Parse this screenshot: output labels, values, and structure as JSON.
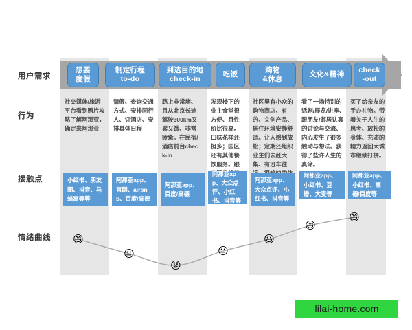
{
  "row_labels": [
    {
      "key": "needs",
      "label": "用户需求"
    },
    {
      "key": "behaviour",
      "label": "行为"
    },
    {
      "key": "touchpoints",
      "label": "接触点"
    },
    {
      "key": "emotion",
      "label": "情绪曲线"
    }
  ],
  "stages": [
    {
      "id": "stage-1",
      "title": "想要\n度假",
      "behaviour": "社交媒体/旅游平台看到照片攻略了解阿那亚，确定来阿那亚",
      "touchpoint": "小红书、朋友圈、抖音、马蜂窝等等"
    },
    {
      "id": "stage-2",
      "title": "制定行程\nto-do",
      "behaviour": "请假、查询交通方式、安排同行人、订酒店、安排具体日程",
      "touchpoint": "阿那亚app、官网、airbnb、百度/高德"
    },
    {
      "id": "stage-3",
      "title": "到达目的地\ncheck-in",
      "behaviour": "路上非常堵、且从北京长途驾驶300km又累又饿、非常疲惫。在民宿/酒店前台check-in",
      "touchpoint": "阿那亚app、百度/高德"
    },
    {
      "id": "stage-4",
      "title": "吃饭",
      "behaviour": "发现楼下的业主食堂很方便、且性价比很高。口味花样还挺多；园区还有其他餐饮服务。跟市区价格差不多",
      "touchpoint": "阿那亚app、大众点评、小红书、抖音等"
    },
    {
      "id": "stage-5",
      "title": "购物\n&休息",
      "behaviour": "社区里有小众的购物商店、有的、文创产品、居住环境安静舒适。让人感到放松；定期还组织业主们去赶大集、有班车往返。很愉快的体验。",
      "touchpoint": "阿那亚app、大众点评、小红书、抖音等"
    },
    {
      "id": "stage-6",
      "title": "文化&精神",
      "behaviour": "看了一场特别的话剧/展览/讲座、跟朋友/邻居认真的讨论与交流、内心发生了很多触动与想法。获得了些许人生的真谛。",
      "touchpoint": "阿那亚app、小红书、豆瓣、大麦等"
    },
    {
      "id": "stage-7",
      "title": "check\n-out",
      "behaviour": "买了给亲友的手办礼物。带着关于人生的思考、放松的身体、充沛的精力返回大城市继续打拼。",
      "touchpoint": "阿那亚app、小红书、高德/百度等"
    }
  ],
  "chart_data": {
    "type": "line",
    "title": "情绪曲线",
    "categories": [
      "想要度假",
      "制定行程 to-do",
      "到达目的地 check-in",
      "吃饭",
      "购物&休息",
      "文化&精神",
      "check-out"
    ],
    "values": [
      4,
      3,
      1,
      3,
      4,
      5,
      5
    ],
    "ylim": [
      0,
      6
    ],
    "xlabel": "",
    "ylabel": "",
    "grid": false,
    "legend": "none",
    "markers": [
      {
        "stage": "想要度假",
        "mood": "happy",
        "glyph": "😄",
        "x": 114,
        "y": 348
      },
      {
        "stage": "制定行程 to-do",
        "mood": "neutral",
        "glyph": "😐",
        "x": 188,
        "y": 369
      },
      {
        "stage": "到达目的地 check-in",
        "mood": "angry",
        "glyph": "😡",
        "x": 256,
        "y": 386
      },
      {
        "stage": "吃饭",
        "mood": "neutral",
        "glyph": "😐",
        "x": 325,
        "y": 365
      },
      {
        "stage": "购物&休息",
        "mood": "happy",
        "glyph": "😃",
        "x": 392,
        "y": 348
      },
      {
        "stage": "文化&精神",
        "mood": "happy",
        "glyph": "😄",
        "x": 452,
        "y": 328
      },
      {
        "stage": "check-out",
        "mood": "happy",
        "glyph": "😄",
        "x": 516,
        "y": 316
      }
    ]
  },
  "watermark": {
    "text": "lilai-home.com",
    "color": "#2fd63f"
  },
  "theme": {
    "accent": "#5b9bd5",
    "band": "#a6a6a6",
    "stripe": "#e6e6e6",
    "text": "#4a4a4a",
    "curve": "#a9a9a9"
  }
}
